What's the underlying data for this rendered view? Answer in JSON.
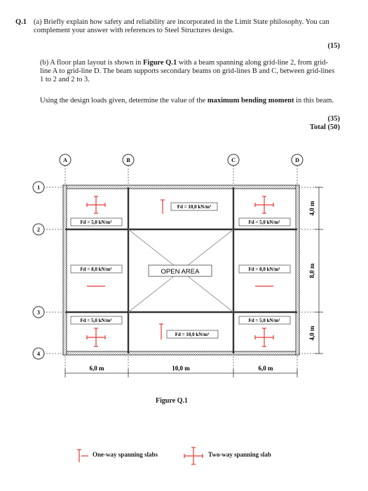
{
  "question": {
    "number": "Q.1",
    "part_a": {
      "text": "(a) Briefly explain how safety and reliability are incorporated in the Limit State philosophy. You can complement your answer with references to Steel Structures design.",
      "marks": "(15)"
    },
    "part_b": {
      "text_1": "(b) A floor plan layout is shown in",
      "figure_ref": "Figure Q.1",
      "text_2": "with a beam spanning along grid-line 2, from grid-line A to grid-line D. The beam supports secondary beams on grid-lines B and C, between grid-lines 1 to 2 and 2 to 3.",
      "task_1": "Using the design loads given, determine the value of the",
      "task_bold": "maximum bending moment",
      "task_2": "in this beam.",
      "marks": "(35)",
      "total": "Total (50)"
    }
  },
  "figure": {
    "caption": "Figure Q.1",
    "grid_columns": [
      "A",
      "B",
      "C",
      "D"
    ],
    "grid_rows": [
      "1",
      "2",
      "3",
      "4"
    ],
    "open_area_label": "OPEN AREA",
    "loads": {
      "top_left": "Fd = 5,0 kN/m²",
      "top_middle": "Fd = 10,0 kN/m²",
      "top_right": "Fd = 5,0 kN/m²",
      "mid_left": "Fd = 8,0 kN/m²",
      "mid_right": "Fd = 8,0 kN/m²",
      "bot_left": "Fd = 5,0 kN/m²",
      "bot_middle": "Fd = 10,0 kN/m²",
      "bot_right": "Fd = 5,0 kN/m²"
    },
    "dimensions": {
      "horizontal": [
        "6,0 m",
        "10,0 m",
        "6,0 m"
      ],
      "vertical": [
        "4,0 m",
        "8,0 m",
        "4,0 m"
      ]
    },
    "legend": {
      "one_way": "One-way spanning slabs",
      "two_way": "Two-way spanning slab"
    },
    "colors": {
      "arrow": "#e53935",
      "beam": "#333333",
      "grid_line": "#555555"
    }
  }
}
